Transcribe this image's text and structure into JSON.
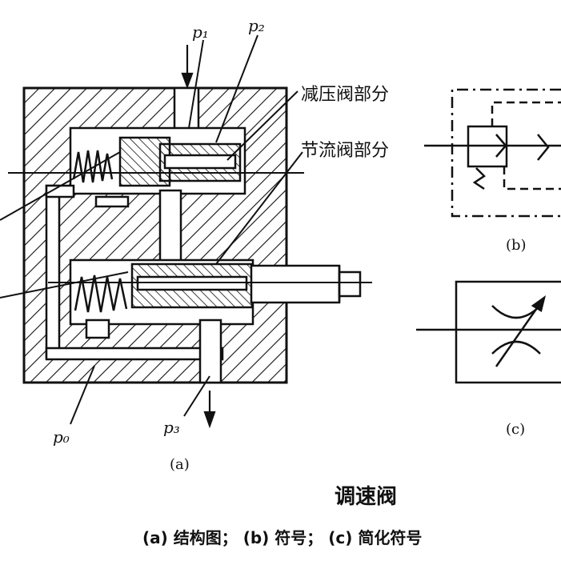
{
  "labels": {
    "p1": "p₁",
    "p2": "p₂",
    "p0": "p₀",
    "p3": "p₃",
    "reducing_part": "减压阀部分",
    "throttle_part": "节流阀部分"
  },
  "sub_captions": {
    "a": "(a)",
    "b": "(b)",
    "c": "(c)"
  },
  "title": "调速阀",
  "caption": "(a) 结构图；  (b) 符号；  (c) 简化符号"
}
